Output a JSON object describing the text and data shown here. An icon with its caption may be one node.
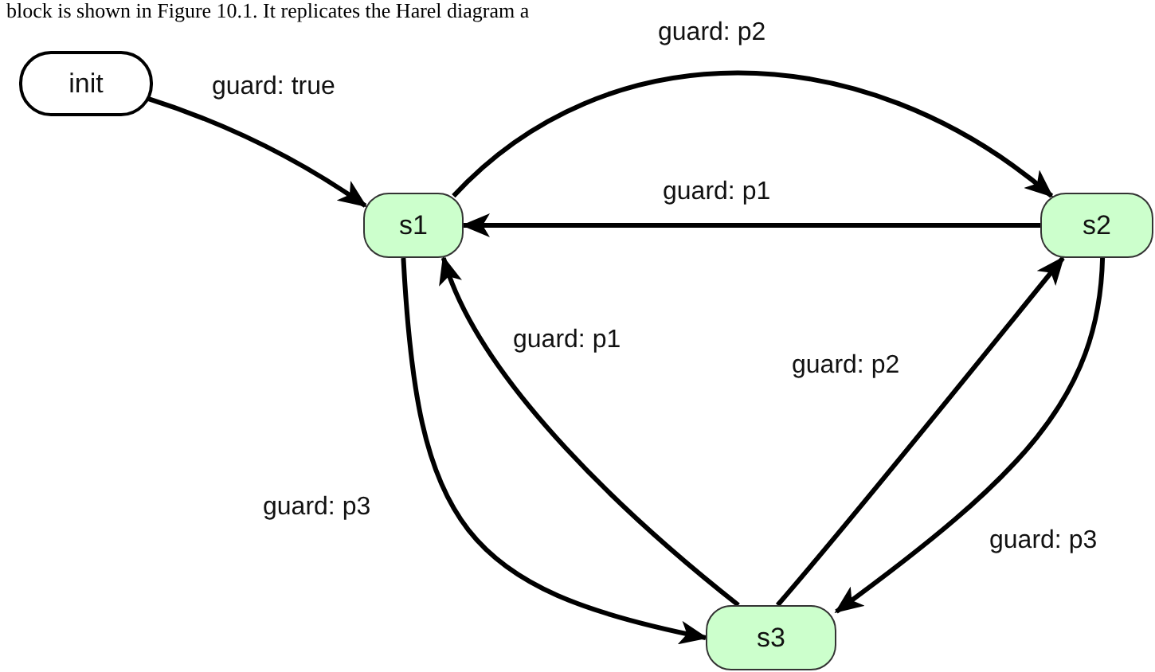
{
  "diagram": {
    "nodes": [
      {
        "text": [
          "init"
        ]
      },
      {
        "text": [
          "s1"
        ]
      },
      {
        "text": [
          "s2"
        ]
      },
      {
        "text": [
          "s3"
        ]
      }
    ],
    "edges": [
      {
        "from": 0,
        "to": 1,
        "arrow": "to",
        "label": "guard: true"
      },
      {
        "from": 1,
        "to": 2,
        "arrow": "to",
        "label": "guard: p2"
      },
      {
        "from": 2,
        "to": 1,
        "arrow": "to",
        "label": "guard: p1"
      },
      {
        "from": 3,
        "to": 1,
        "arrow": "to",
        "label": "guard: p1"
      },
      {
        "from": 3,
        "to": 2,
        "arrow": "to",
        "label": "guard: p2"
      },
      {
        "from": 2,
        "to": 3,
        "arrow": "to",
        "label": "guard: p3"
      },
      {
        "from": 1,
        "to": 3,
        "arrow": "to",
        "label": "guard: p3"
      }
    ],
    "labels": [
      "block is shown in Figure 10.1. It replicates the Harel diagram a"
    ]
  }
}
